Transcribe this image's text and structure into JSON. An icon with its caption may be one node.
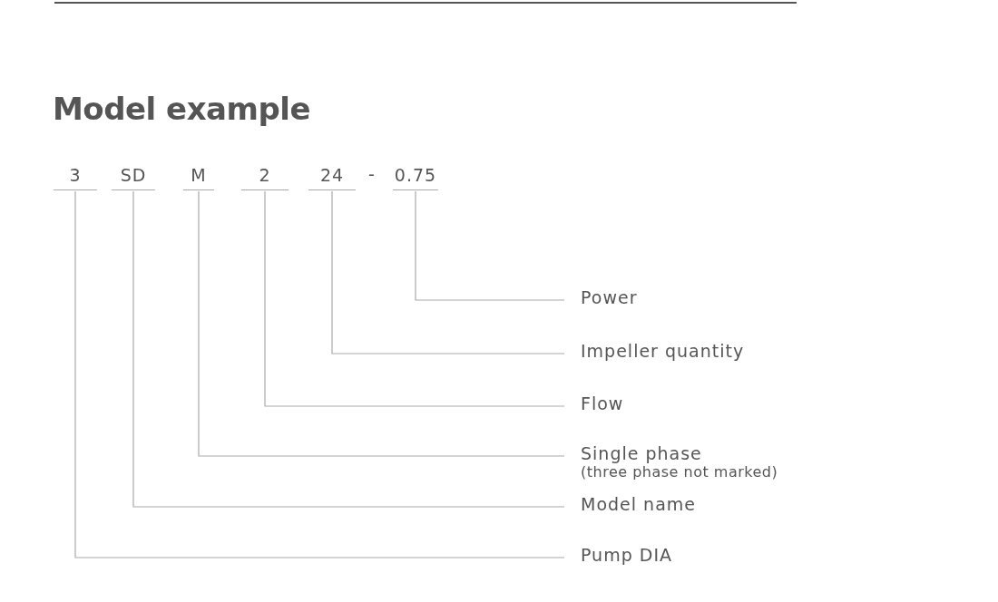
{
  "diagram": {
    "title": "Model example",
    "nodes": [
      {
        "text": [
          "3"
        ]
      },
      {
        "text": [
          "SD"
        ]
      },
      {
        "text": [
          "M"
        ]
      },
      {
        "text": [
          "2"
        ]
      },
      {
        "text": [
          "24"
        ]
      },
      {
        "text": [
          "0.75"
        ]
      },
      {
        "text": [
          "Power"
        ]
      },
      {
        "text": [
          "Impeller quantity"
        ]
      },
      {
        "text": [
          "Flow"
        ]
      },
      {
        "text": [
          "Single phase",
          "(three phase not marked)"
        ]
      },
      {
        "text": [
          "Model name"
        ]
      },
      {
        "text": [
          "Pump DIA"
        ]
      }
    ],
    "edges": [
      {
        "from": 5,
        "to": 6,
        "arrow": "none"
      },
      {
        "from": 4,
        "to": 7,
        "arrow": "none"
      },
      {
        "from": 3,
        "to": 8,
        "arrow": "none"
      },
      {
        "from": 2,
        "to": 9,
        "arrow": "none"
      },
      {
        "from": 1,
        "to": 10,
        "arrow": "none"
      },
      {
        "from": 0,
        "to": 11,
        "arrow": "none"
      }
    ],
    "labels": [
      "-"
    ]
  }
}
